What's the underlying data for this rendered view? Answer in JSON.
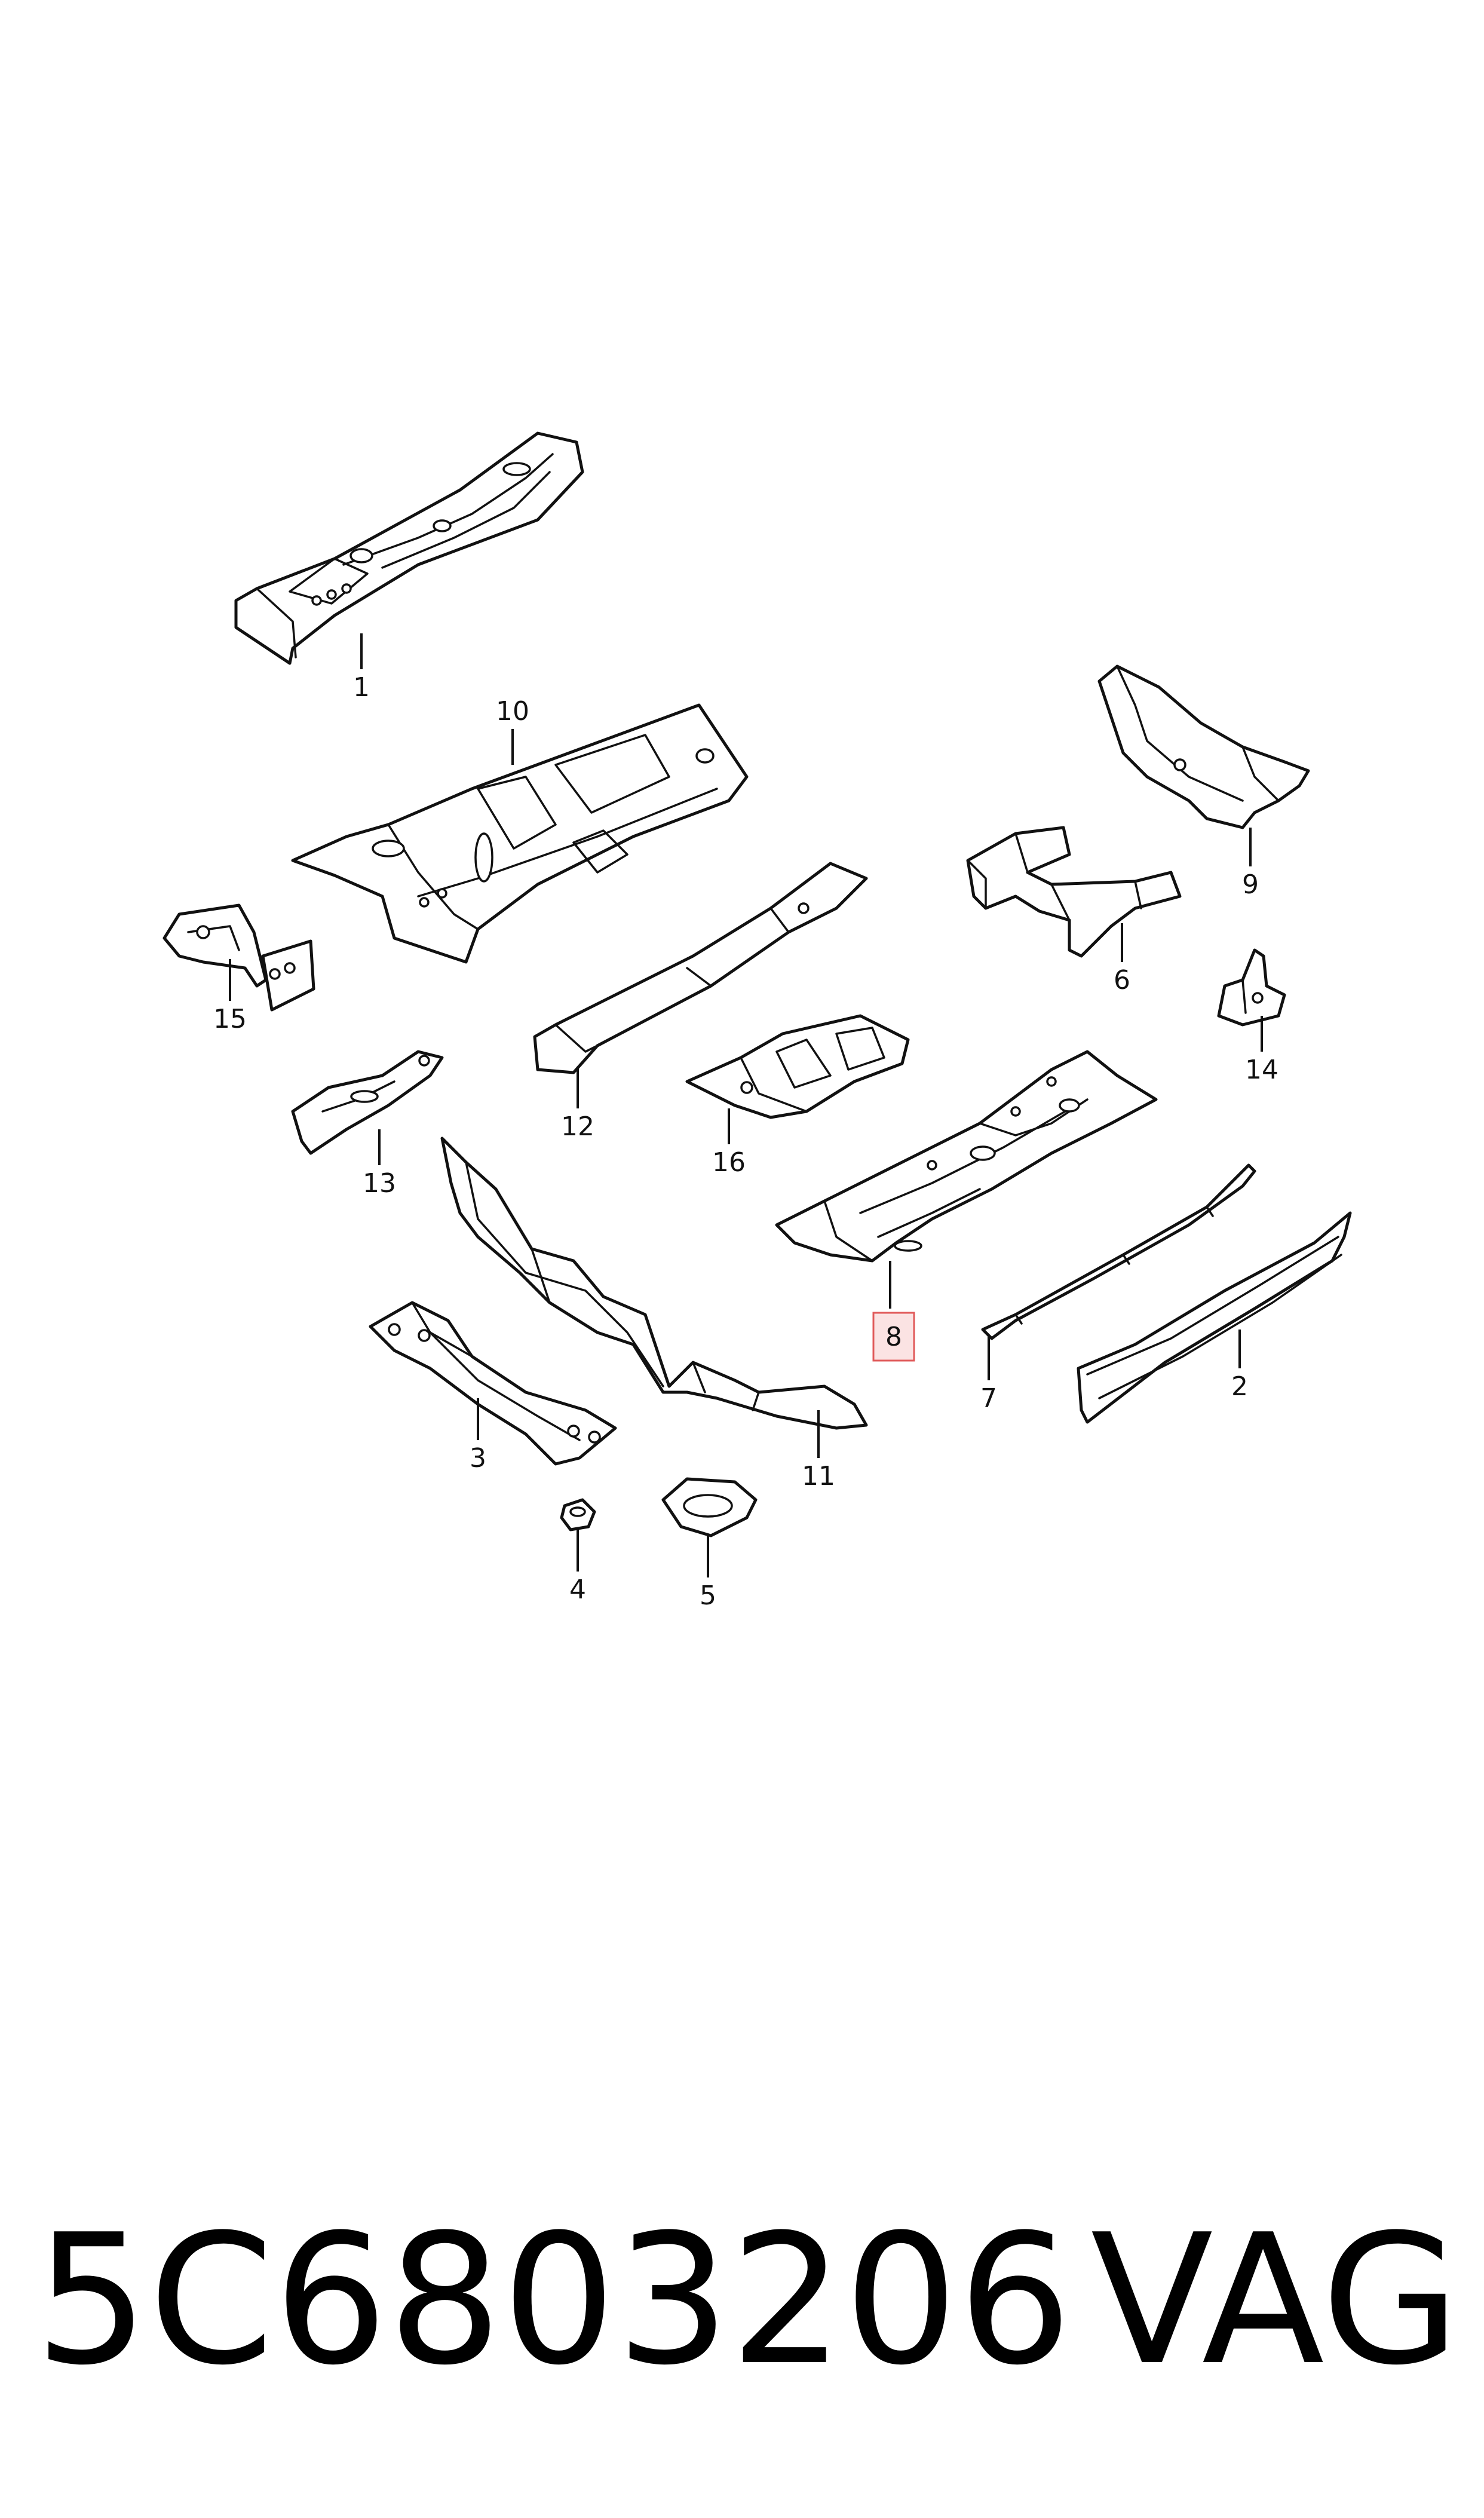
{
  "callouts": [
    {
      "id": "1",
      "label": "1"
    },
    {
      "id": "2",
      "label": "2"
    },
    {
      "id": "3",
      "label": "3"
    },
    {
      "id": "4",
      "label": "4"
    },
    {
      "id": "5",
      "label": "5"
    },
    {
      "id": "6",
      "label": "6"
    },
    {
      "id": "7",
      "label": "7"
    },
    {
      "id": "8",
      "label": "8",
      "highlighted": true
    },
    {
      "id": "9",
      "label": "9"
    },
    {
      "id": "10",
      "label": "10"
    },
    {
      "id": "11",
      "label": "11"
    },
    {
      "id": "12",
      "label": "12"
    },
    {
      "id": "13",
      "label": "13"
    },
    {
      "id": "14",
      "label": "14"
    },
    {
      "id": "15",
      "label": "15"
    },
    {
      "id": "16",
      "label": "16"
    }
  ],
  "footer": {
    "part_number": "5C6803206",
    "brand": "VAG"
  },
  "colors": {
    "line": "#111111",
    "background": "#ffffff",
    "highlight_fill": "#fbe3e3",
    "highlight_stroke": "#e05a5a"
  }
}
